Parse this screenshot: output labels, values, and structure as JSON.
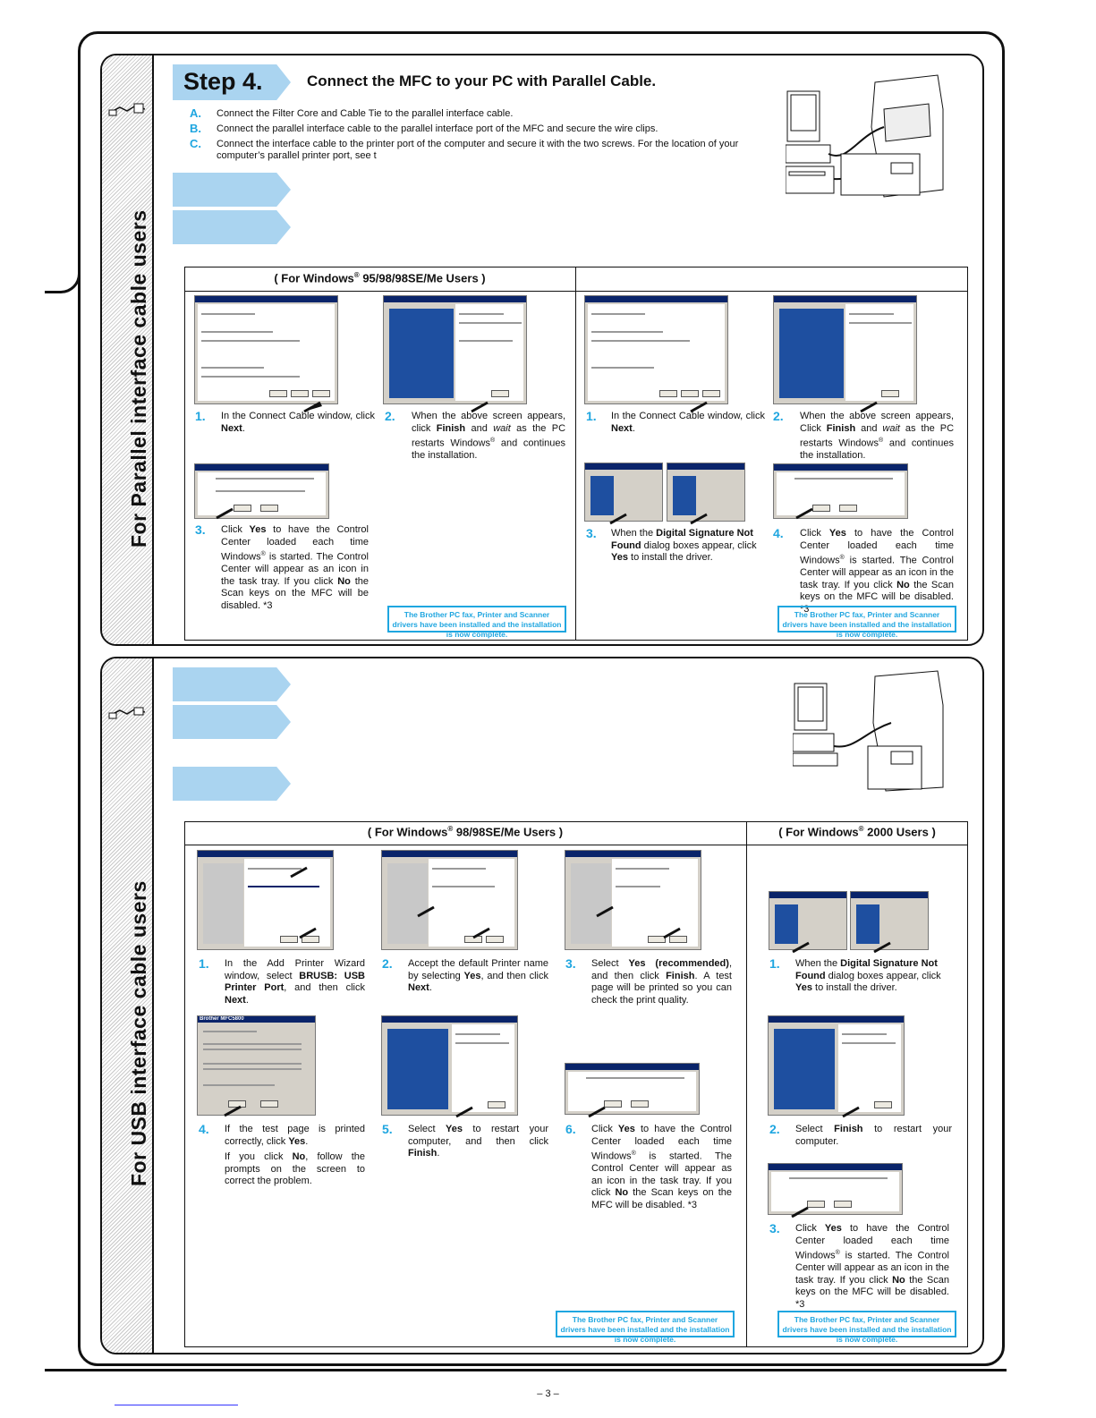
{
  "step": {
    "label": "Step 4.",
    "heading": "Connect the MFC to your PC with Parallel Cable.",
    "items": [
      {
        "letter": "A.",
        "text": "Connect the Filter Core and Cable Tie to the parallel interface cable."
      },
      {
        "letter": "B.",
        "text": "Connect the parallel interface cable to the parallel interface port of the MFC and secure the wire clips."
      },
      {
        "letter": "C.",
        "text": "Connect the interface cable to the printer port of the computer and secure it with the two screws.  For the location of your computer’s parallel printer port, see t"
      }
    ]
  },
  "side_titles": {
    "parallel": "For Parallel interface cable users",
    "usb": "For USB interface cable users"
  },
  "parallel": {
    "header_left": "( For Windows® 95/98/98SE/Me Users )",
    "left_steps": [
      {
        "num": "1.",
        "html": "In the Connect Cable window, click <b>Next</b>."
      },
      {
        "num": "2.",
        "html": "When the above screen appears, click <b>Finish</b> and <i>wait</i> as the PC restarts Windows® and continues the installation."
      },
      {
        "num": "3.",
        "html": "Click <b>Yes</b> to have the Control Center loaded each time Windows® is started. The Control Center will appear as an icon in the task tray. If you click <b>No</b> the Scan keys on the MFC will be disabled. *3"
      }
    ],
    "right_steps": [
      {
        "num": "1.",
        "html": "In the Connect Cable window, click <b>Next</b>."
      },
      {
        "num": "2.",
        "html": "When the above screen appears, Click <b>Finish</b> and <i>wait</i> as the PC restarts Windows® and continues the installation."
      },
      {
        "num": "3.",
        "html": "When the <b>Digital Signature Not Found</b> dialog boxes appear, click <b>Yes</b> to install the driver."
      },
      {
        "num": "4.",
        "html": "Click <b>Yes</b> to have the Control Center loaded each time Windows® is started. The Control Center will appear as an icon in the task tray. If you click <b>No</b> the Scan keys on the MFC will be disabled. *3"
      }
    ],
    "note": "The Brother PC fax, Printer and Scanner drivers have been installed and the installation is now complete."
  },
  "usb": {
    "header_left": "( For Windows® 98/98SE/Me Users )",
    "header_right": "( For Windows® 2000 Users )",
    "left_steps": [
      {
        "num": "1.",
        "html": "In the Add Printer Wizard window, select <b>BRUSB: USB Printer Port</b>, and then click <b>Next</b>."
      },
      {
        "num": "2.",
        "html": "Accept the default Printer name by selecting <b>Yes</b>, and then click <b>Next</b>."
      },
      {
        "num": "3.",
        "html": "Select <b>Yes (recommended)</b>, and then click <b>Finish</b>. A test page will be printed so you can check the print quality."
      },
      {
        "num": "4.",
        "html": "If the test page is printed correctly, click <b>Yes</b>.<br><span style=\"display:block;margin-top:4px\">If you click <b>No</b>, follow the prompts on the screen to correct the problem.</span>"
      },
      {
        "num": "5.",
        "html": "Select <b>Yes</b> to restart your computer, and then click <b>Finish</b>."
      },
      {
        "num": "6.",
        "html": "Click <b>Yes</b> to have the Control Center loaded each time Windows® is started. The Control Center will appear as an icon in the task tray. If you click <b>No</b> the Scan keys on the MFC will be disabled. *3"
      }
    ],
    "right_steps": [
      {
        "num": "1.",
        "html": "When the <b>Digital Signature Not Found</b> dialog boxes appear, click <b>Yes</b> to install the driver."
      },
      {
        "num": "2.",
        "html": "Select <b>Finish</b> to restart your computer."
      },
      {
        "num": "3.",
        "html": "Click <b>Yes</b> to have the Control Center loaded each time Windows® is started. The Control Center will appear as an icon in the task tray. If you click <b>No</b> the Scan keys on the MFC will be disabled. *3"
      }
    ],
    "note": "The Brother PC fax, Printer and Scanner drivers have been installed and the installation is now complete.",
    "dialog_title": "Brother MFC5800"
  },
  "page_number": "– 3 –"
}
